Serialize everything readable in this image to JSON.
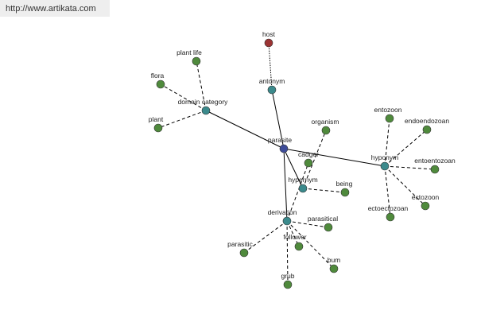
{
  "site": {
    "url": "http://www.artikata.com"
  },
  "graph": {
    "colors": {
      "root": "#3d4c99",
      "relation": "#3b8a8c",
      "leaf": "#4f8a3c",
      "special": "#9b3333",
      "edge": "#000000"
    },
    "nodes": [
      {
        "id": "parasite",
        "label": "parasite",
        "kind": "root"
      },
      {
        "id": "antonym",
        "label": "antonym",
        "kind": "relation"
      },
      {
        "id": "host",
        "label": "host",
        "kind": "special"
      },
      {
        "id": "domain_category",
        "label": "domain category",
        "kind": "relation"
      },
      {
        "id": "plant_life",
        "label": "plant life",
        "kind": "leaf"
      },
      {
        "id": "flora",
        "label": "flora",
        "kind": "leaf"
      },
      {
        "id": "plant",
        "label": "plant",
        "kind": "leaf"
      },
      {
        "id": "hyponym",
        "label": "hyponym",
        "kind": "relation"
      },
      {
        "id": "entozoon",
        "label": "entozoon",
        "kind": "leaf"
      },
      {
        "id": "endoendozoan",
        "label": "endoendozoan",
        "kind": "leaf"
      },
      {
        "id": "entoentozoan",
        "label": "entoentozoan",
        "kind": "leaf"
      },
      {
        "id": "ectozoon",
        "label": "ectozoon",
        "kind": "leaf"
      },
      {
        "id": "ectoectozoan",
        "label": "ectoectozoan",
        "kind": "leaf"
      },
      {
        "id": "hypernym",
        "label": "hypernym",
        "kind": "relation"
      },
      {
        "id": "organism",
        "label": "organism",
        "kind": "leaf"
      },
      {
        "id": "being",
        "label": "being",
        "kind": "leaf"
      },
      {
        "id": "derivation",
        "label": "derivation",
        "kind": "relation"
      },
      {
        "id": "cadger",
        "label": "cadger",
        "kind": "leaf"
      },
      {
        "id": "parasitical",
        "label": "parasitical",
        "kind": "leaf"
      },
      {
        "id": "follower",
        "label": "follower",
        "kind": "leaf"
      },
      {
        "id": "parasitic",
        "label": "parasitic",
        "kind": "leaf"
      },
      {
        "id": "bum",
        "label": "bum",
        "kind": "leaf"
      },
      {
        "id": "grub",
        "label": "grub",
        "kind": "leaf"
      }
    ],
    "edges": [
      {
        "from": "parasite",
        "to": "antonym",
        "style": "solid"
      },
      {
        "from": "parasite",
        "to": "domain_category",
        "style": "solid"
      },
      {
        "from": "parasite",
        "to": "hyponym",
        "style": "solid"
      },
      {
        "from": "parasite",
        "to": "hypernym",
        "style": "solid"
      },
      {
        "from": "parasite",
        "to": "derivation",
        "style": "solid"
      },
      {
        "from": "antonym",
        "to": "host",
        "style": "dotted"
      },
      {
        "from": "domain_category",
        "to": "plant_life",
        "style": "dashed"
      },
      {
        "from": "domain_category",
        "to": "flora",
        "style": "dashed"
      },
      {
        "from": "domain_category",
        "to": "plant",
        "style": "dashed"
      },
      {
        "from": "hyponym",
        "to": "entozoon",
        "style": "dashed"
      },
      {
        "from": "hyponym",
        "to": "endoendozoan",
        "style": "dashed"
      },
      {
        "from": "hyponym",
        "to": "entoentozoan",
        "style": "dashed"
      },
      {
        "from": "hyponym",
        "to": "ectozoon",
        "style": "dashed"
      },
      {
        "from": "hyponym",
        "to": "ectoectozoan",
        "style": "dashed"
      },
      {
        "from": "hypernym",
        "to": "organism",
        "style": "dashed"
      },
      {
        "from": "hypernym",
        "to": "being",
        "style": "dashed"
      },
      {
        "from": "derivation",
        "to": "cadger",
        "style": "dashed"
      },
      {
        "from": "derivation",
        "to": "parasitical",
        "style": "dashed"
      },
      {
        "from": "derivation",
        "to": "follower",
        "style": "dashed"
      },
      {
        "from": "derivation",
        "to": "parasitic",
        "style": "dashed"
      },
      {
        "from": "derivation",
        "to": "bum",
        "style": "dashed"
      },
      {
        "from": "derivation",
        "to": "grub",
        "style": "dashed"
      }
    ]
  }
}
